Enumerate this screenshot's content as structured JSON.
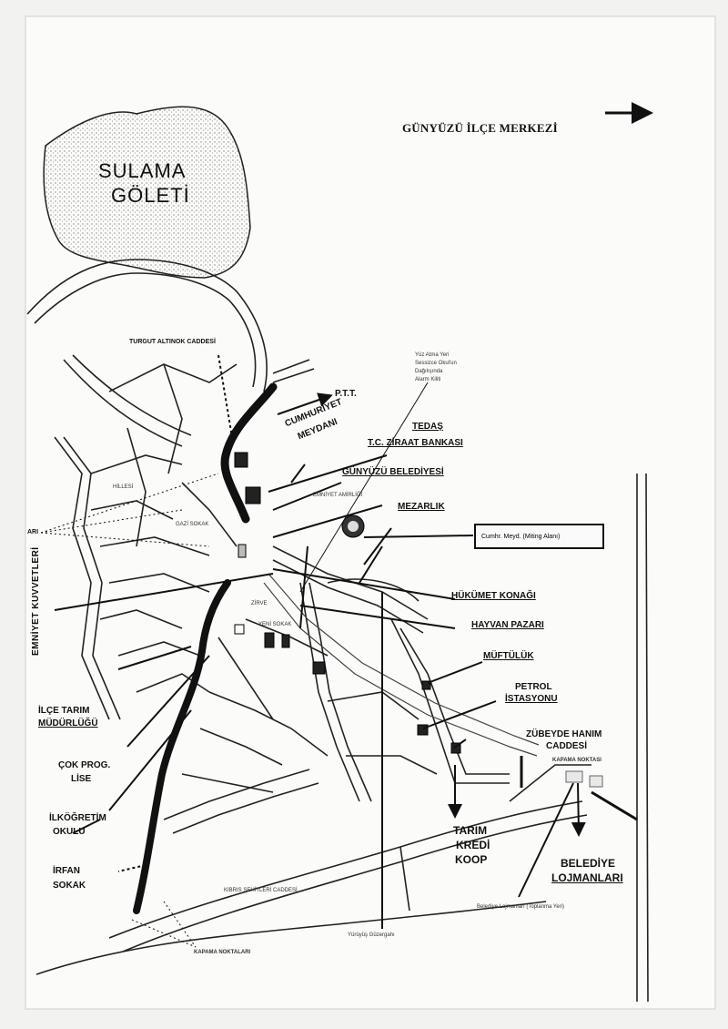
{
  "map": {
    "title": "GÜNYÜZÜ İLÇE MERKEZİ",
    "lake_line1": "SULAMA",
    "lake_line2": "GÖLETİ",
    "labels": {
      "turgut": "TURGUT ALTINOK CADDESİ",
      "ptt": "P.T.T.",
      "cumhuriyet1": "CUMHURİYET",
      "meydani": "MEYDANI",
      "tedas": "TEDAŞ",
      "ziraat": "T.C. ZİRAAT BANKASI",
      "belediye": "GÜNYÜZÜ BELEDİYESİ",
      "emniyet_small": "EMNİYET AMİRLİĞİ",
      "mezarlik": "MEZARLIK",
      "miting": "Cumhr. Meyd. (Miting Alanı)",
      "hukumet": "HÜKÜMET KONAĞI",
      "hayvan": "HAYVAN PAZARI",
      "muftuluk": "MÜFTÜLÜK",
      "petrol1": "PETROL",
      "petrol2": "İSTASYONU",
      "zubeyde1": "ZÜBEYDE HANIM",
      "zubeyde2": "CADDESİ",
      "kapama_top": "KAPAMA NOKTASI",
      "tarim1": "TARIM",
      "tarim2": "KREDİ",
      "tarim3": "KOOP",
      "lojman1": "BELEDİYE",
      "lojman2": "LOJMANLARI",
      "lojman_toplanma": "Belediye Lojmanları (Toplanma Yeri)",
      "yuruyus": "Yürüyüş Güzergahı",
      "kibris": "KIBRIS ŞEHİTLERİ CADDESİ",
      "kapama_bottom": "KAPAMA NOKTALARI",
      "emniyet_kuvvetleri": "EMNİYET KUVVETLERİ",
      "ari": "ARI",
      "ilce_tarim1": "İLÇE TARIM",
      "ilce_tarim2": "MÜDÜRLÜĞÜ",
      "cok_prog1": "ÇOK PROG.",
      "cok_prog2": "LİSE",
      "ilkogretim1": "İLKÖĞRETİM",
      "ilkogretim2": "OKULU",
      "irfan1": "İRFAN",
      "irfan2": "SOKAK",
      "note1": "Yüz Atma Yeri",
      "note2": "Sessizce Okul'un",
      "note3": "Dağılışında",
      "note4": "Alarm Kiliti",
      "hillesi": "HİLLESİ",
      "gazi_sokak": "GAZİ SOKAK",
      "yeni_sokak": "YENİ SOKAK",
      "zirve": "ZİRVE"
    }
  }
}
